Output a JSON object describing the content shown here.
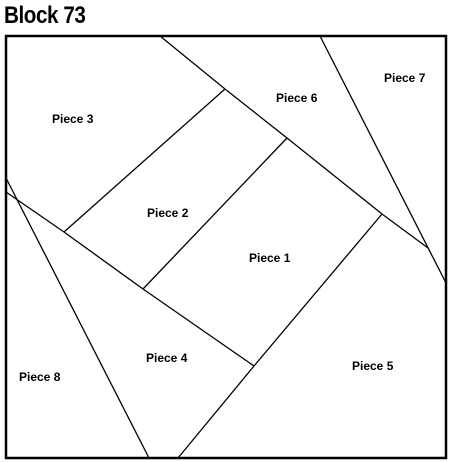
{
  "title": "Block 73",
  "pieces": [
    {
      "id": "piece-1",
      "label": "Piece 1"
    },
    {
      "id": "piece-2",
      "label": "Piece 2"
    },
    {
      "id": "piece-3",
      "label": "Piece 3"
    },
    {
      "id": "piece-4",
      "label": "Piece 4"
    },
    {
      "id": "piece-5",
      "label": "Piece 5"
    },
    {
      "id": "piece-6",
      "label": "Piece 6"
    },
    {
      "id": "piece-7",
      "label": "Piece 7"
    },
    {
      "id": "piece-8",
      "label": "Piece 8"
    }
  ]
}
